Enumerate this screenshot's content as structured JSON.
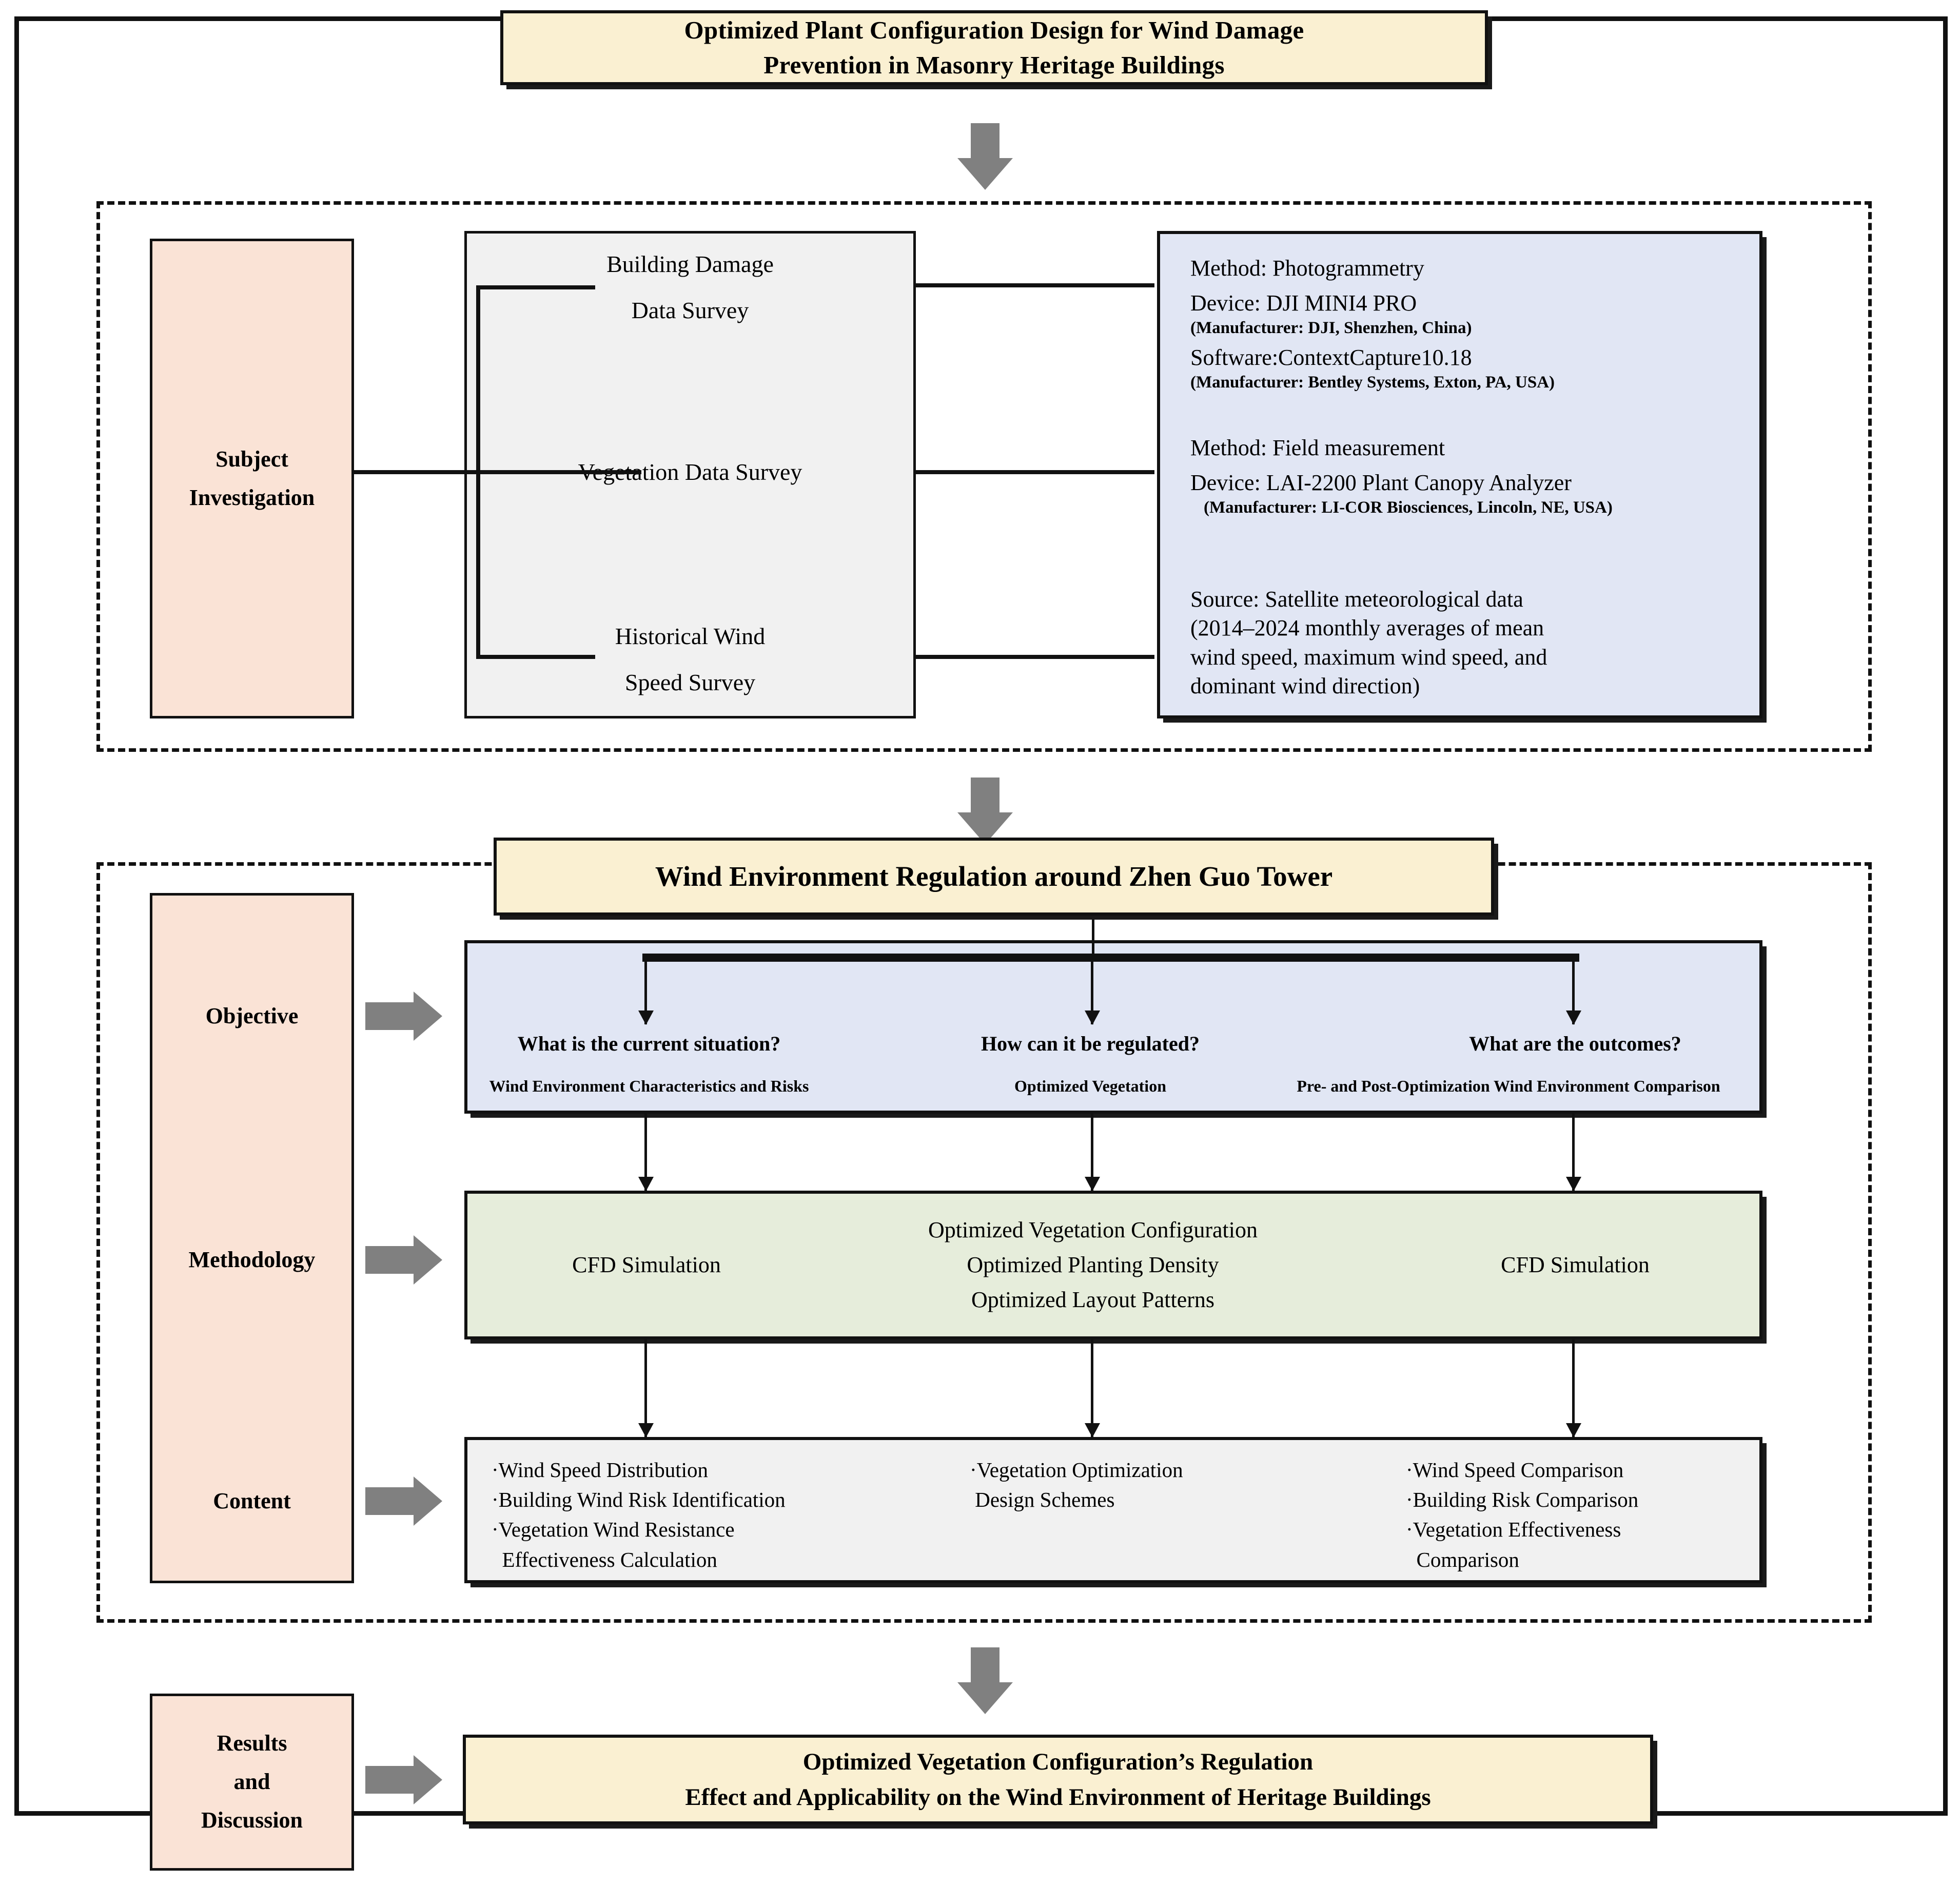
{
  "header": {
    "title_line1": "Optimized Plant Configuration Design for Wind Damage",
    "title_line2": "Prevention in Masonry Heritage Buildings"
  },
  "section_investigation": {
    "stage_label_line1": "Subject",
    "stage_label_line2": "Investigation",
    "survey_nodes": [
      {
        "line1": "Building Damage",
        "line2": "Data Survey"
      },
      {
        "line1": "Vegetation Data Survey",
        "line2": ""
      },
      {
        "line1": "Historical Wind",
        "line2": "Speed Survey"
      }
    ],
    "details": [
      {
        "method": "Method: Photogrammetry",
        "device": "Device: DJI MINI4 PRO",
        "device_sub": "(Manufacturer: DJI, Shenzhen, China)",
        "software": "Software:ContextCapture10.18",
        "software_sub": "(Manufacturer: Bentley Systems, Exton, PA, USA)"
      },
      {
        "method": "Method: Field measurement",
        "device": "Device: LAI-2200 Plant Canopy Analyzer",
        "device_sub": "(Manufacturer: LI-COR Biosciences, Lincoln, NE, USA)"
      },
      {
        "source_l1": "Source: Satellite meteorological data",
        "source_l2": "(2014–2024 monthly averages of mean",
        "source_l3": "wind speed, maximum wind speed, and",
        "source_l4": "dominant wind direction)"
      }
    ]
  },
  "section_regulation": {
    "title": "Wind Environment Regulation around Zhen Guo Tower",
    "stage_labels": [
      "Objective",
      "Methodology",
      "Content"
    ],
    "objective": {
      "questions": [
        "What is the current situation?",
        "How can it be regulated?",
        "What are the outcomes?"
      ],
      "subcaptions": [
        "Wind Environment Characteristics and Risks",
        "Optimized Vegetation",
        "Pre- and Post-Optimization Wind Environment Comparison"
      ]
    },
    "methodology": {
      "col1": "CFD Simulation",
      "col2_lines": [
        "Optimized Vegetation Configuration",
        "Optimized Planting Density",
        "Optimized Layout Patterns"
      ],
      "col3": "CFD Simulation"
    },
    "content": {
      "col1": [
        "·Wind Speed Distribution",
        "·Building Wind Risk Identification",
        "·Vegetation Wind Resistance",
        "  Effectiveness Calculation"
      ],
      "col2": [
        "·Vegetation Optimization",
        " Design Schemes"
      ],
      "col3": [
        "·Wind Speed Comparison",
        "·Building Risk  Comparison",
        "·Vegetation Effectiveness",
        "  Comparison"
      ]
    }
  },
  "section_results": {
    "stage_label_line1": "Results",
    "stage_label_line2": "and",
    "stage_label_line3": "Discussion",
    "outcome_line1": "Optimized Vegetation Configuration’s Regulation",
    "outcome_line2": "Effect and Applicability on the Wind Environment of Heritage Buildings"
  },
  "colors": {
    "cream": "#faf0d2",
    "peach": "#fae3d6",
    "blue": "#e1e6f4",
    "green": "#e6eddb",
    "grey": "#f1f1f1",
    "arrow_grey": "#808080",
    "stroke": "#111111"
  }
}
